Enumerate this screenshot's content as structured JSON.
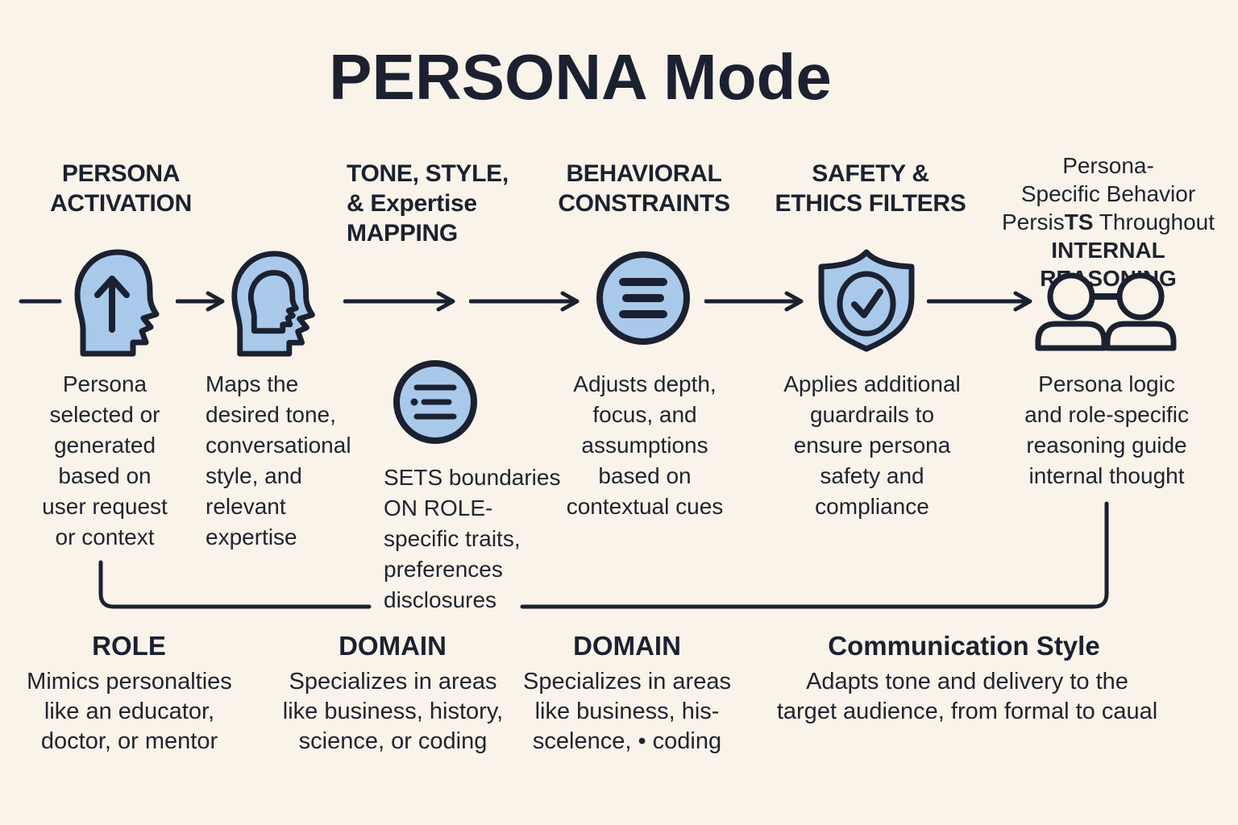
{
  "title": "PERSONA Mode",
  "colors": {
    "background": "#faf3ea",
    "icon_fill": "#a9c9eb",
    "outline": "#1b2130",
    "text": "#20242f"
  },
  "icons": {
    "stage1": "head-up-arrow-icon",
    "stage2": "head-profile-icon",
    "mapping_note": "list-circle-icon",
    "stage3": "menu-circle-icon",
    "stage4": "shield-check-icon",
    "stage5": "two-people-icon"
  },
  "stages": [
    {
      "header": "PERSONA\nACTIVATION",
      "description": "Persona\nselected or\ngenerated\nbased on\nuser request\nor context"
    },
    {
      "header": "TONE, STYLE,\n& Expertise\nMAPPING",
      "description": "Maps the\ndesired tone,\nconversational\nstyle, and\nrelevant\nexpertise"
    },
    {
      "header": "BEHAVIORAL\nCONSTRAINTS",
      "description": "Adjusts depth,\nfocus,  and\nassumptions\nbased on\ncontextual cues"
    },
    {
      "header": "SAFETY &\nETHICS FILTERS",
      "description": "Applies additional\nguardrails to\nensure persona\nsafety and\ncompliance"
    },
    {
      "header_line1": "Persona-",
      "header_line2": "Specific Behavior",
      "header_line3_regular": "Persis",
      "header_line3_bold": "TS",
      "header_line3_rest": " Throughout",
      "header_line4": "INTERNAL REASONING",
      "description": "Persona logic\nand role-specific\nreasoning guide\ninternal thought"
    }
  ],
  "mapping_note": {
    "description": "SETS boundaries\nON ROLE-\nspecific traits,\npreferences\ndisclosures"
  },
  "footer": {
    "sections": [
      {
        "heading": "ROLE",
        "text": "Mimics personalties\nlike an educator,\ndoctor, or mentor"
      },
      {
        "heading": "DOMAIN",
        "text": "Specializes in areas\nlike business, history,\nscience, or coding"
      },
      {
        "heading": "DOMAIN",
        "text": "Specializes in areas\nlike business, his-\nscelence, • coding"
      },
      {
        "heading": "Communication Style",
        "text": "Adapts tone and delivery to the\ntarget audience, from formal to caual"
      }
    ]
  }
}
